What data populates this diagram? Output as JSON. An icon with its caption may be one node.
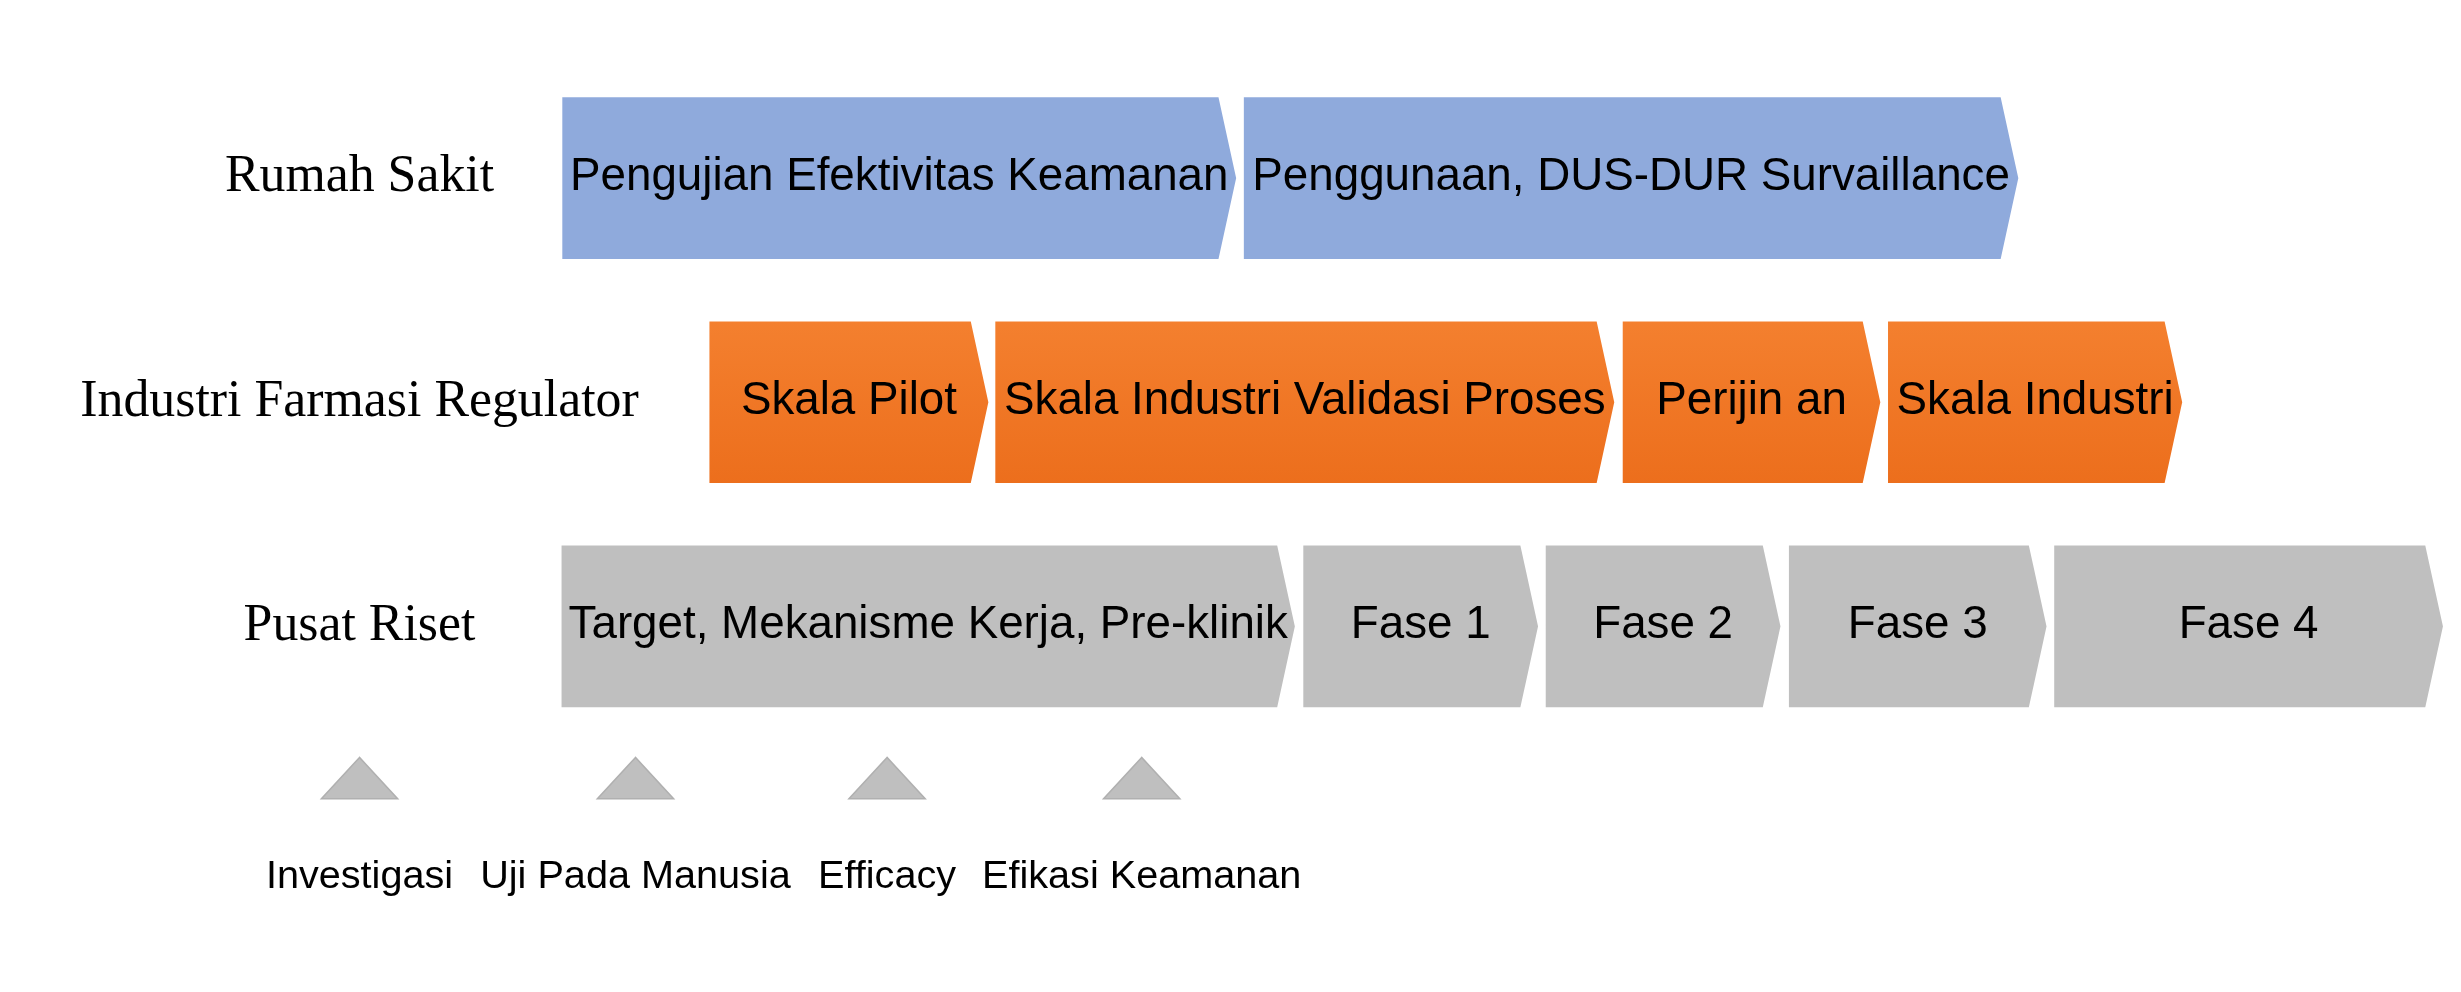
{
  "diagram": {
    "nodes": [
      {
        "text": [
          "Pengujian Efektivitas Keamanan"
        ]
      },
      {
        "text": [
          "Penggunaan, DUS-DUR Survaillance"
        ]
      },
      {
        "text": [
          "Skala Pilot"
        ]
      },
      {
        "text": [
          "Skala Industri Validasi Proses"
        ]
      },
      {
        "text": [
          "Perijin an"
        ]
      },
      {
        "text": [
          "Skala Industri"
        ]
      },
      {
        "text": [
          "Target, Mekanisme Kerja, Pre-klinik"
        ]
      },
      {
        "text": [
          "Fase 1"
        ]
      },
      {
        "text": [
          "Fase 2"
        ]
      },
      {
        "text": [
          "Fase 3"
        ]
      },
      {
        "text": [
          "Fase 4"
        ]
      },
      {
        "text": [],
        "shape": "triangle",
        "beside": [
          "Investigasi"
        ]
      },
      {
        "text": [],
        "shape": "triangle",
        "beside": [
          "Uji Pada Manusia"
        ]
      },
      {
        "text": [],
        "shape": "triangle",
        "beside": [
          "Efficacy"
        ]
      },
      {
        "text": [],
        "shape": "triangle",
        "beside": [
          "Efikasi Keamanan"
        ]
      }
    ],
    "edges": [],
    "labels": [
      "Rumah Sakit",
      "Industri Farmasi Regulator",
      "Pusat Riset"
    ]
  }
}
